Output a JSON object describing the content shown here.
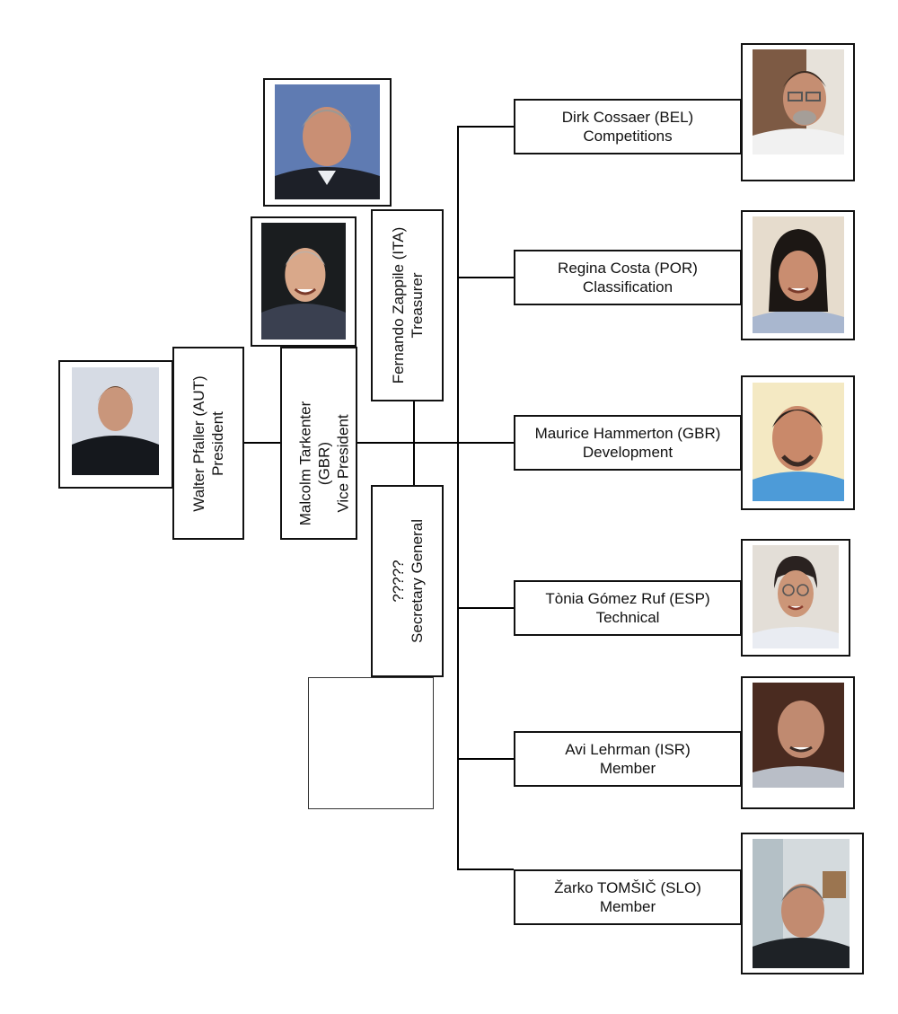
{
  "president": {
    "name": "Walter Pfaller (AUT)",
    "role": "President"
  },
  "vice_president": {
    "name_line1": "Malcolm Tarkenter",
    "name_line2": "(GBR)",
    "role": "Vice President"
  },
  "treasurer": {
    "name": "Fernando Zappile (ITA)",
    "role": "Treasurer"
  },
  "secretary": {
    "name": "?????",
    "role": "Secretary General"
  },
  "members": [
    {
      "name": "Dirk Cossaer (BEL)",
      "role": "Competitions"
    },
    {
      "name": "Regina Costa (POR)",
      "role": "Classification"
    },
    {
      "name": "Maurice Hammerton (GBR)",
      "role": "Development"
    },
    {
      "name": "Tònia Gómez Ruf (ESP)",
      "role": "Technical"
    },
    {
      "name": "Avi Lehrman (ISR)",
      "role": "Member"
    },
    {
      "name": "Žarko TOMŠIČ  (SLO)",
      "role": "Member"
    }
  ]
}
